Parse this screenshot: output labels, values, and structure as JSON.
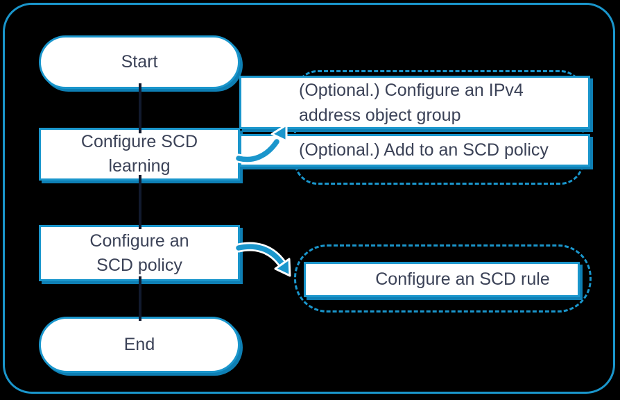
{
  "diagram": {
    "type": "flowchart",
    "colors": {
      "accent": "#1a96cc",
      "shadow_blue": "#0e7fb4",
      "node_fill": "#ffffff",
      "text": "#3b4257",
      "connector": "#111a2e",
      "background": "#000000"
    },
    "nodes": {
      "start": {
        "label": "Start"
      },
      "learning": {
        "lines": [
          "Configure SCD",
          "learning"
        ]
      },
      "optional_ipv4": {
        "lines": [
          "(Optional.) Configure an IPv4",
          "address object group"
        ]
      },
      "optional_add": {
        "label": "(Optional.) Add to an SCD policy"
      },
      "policy": {
        "lines": [
          "Configure an",
          "SCD policy"
        ]
      },
      "rule": {
        "label": "Configure an SCD rule"
      },
      "end": {
        "label": "End"
      }
    }
  }
}
